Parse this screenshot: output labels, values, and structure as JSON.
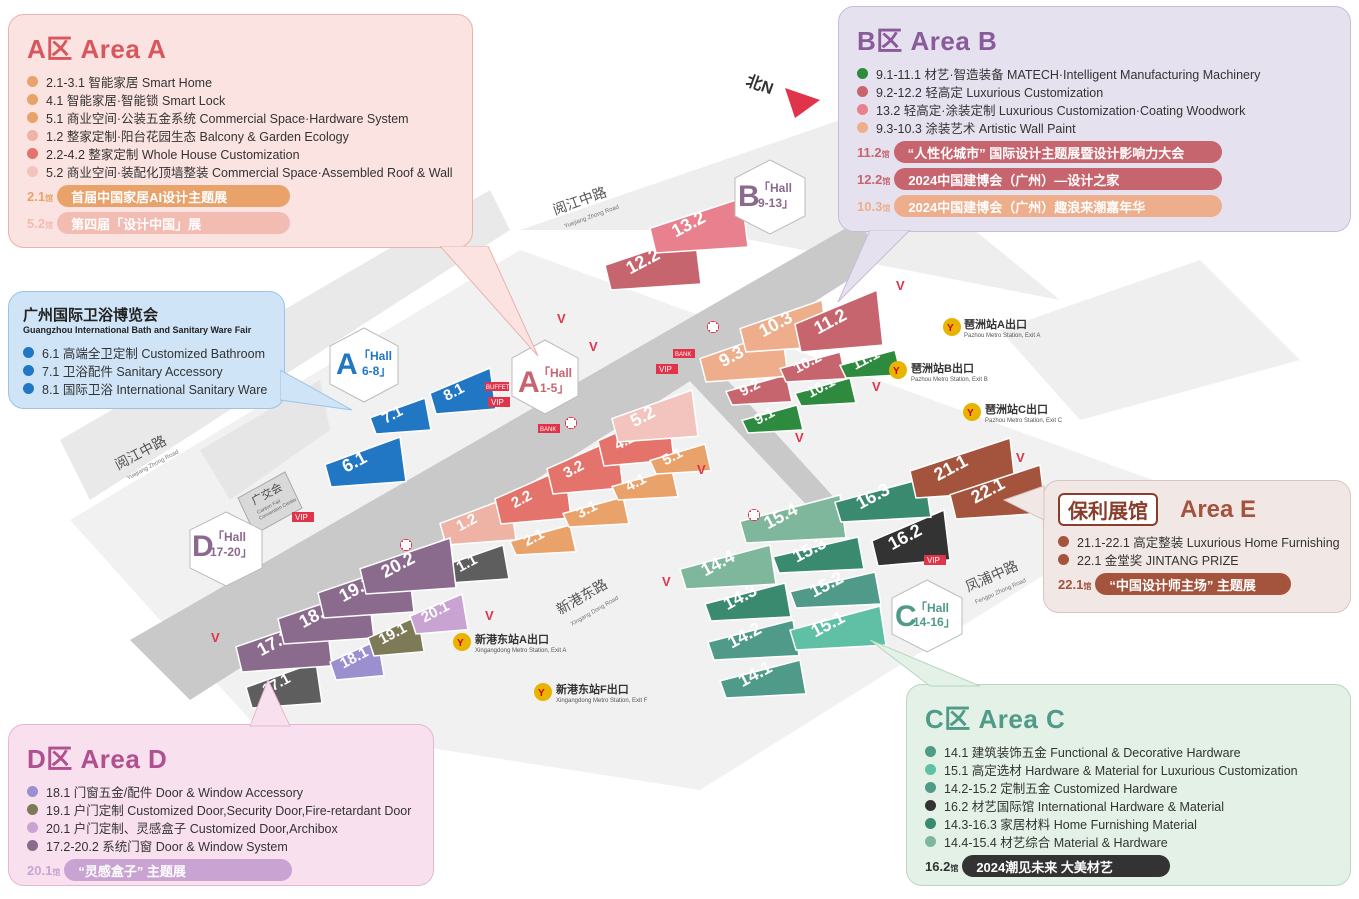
{
  "colors": {
    "area_a": "#e8866d",
    "area_b": "#c7656f",
    "area_c": "#4f9a89",
    "area_d": "#8a6a8d",
    "area_e": "#a4533d",
    "bath": "#2277c4",
    "panel_a_bg": "#fbe3e1",
    "panel_b_bg": "#e6e1ef",
    "panel_c_bg": "#e3f1e6",
    "panel_d_bg": "#f8e0ee",
    "panel_e_bg": "#f1e8e6",
    "panel_bath_bg": "#cfe4f7"
  },
  "area_a": {
    "title": "A区 Area A",
    "items": [
      {
        "text": "2.1-3.1 智能家居 Smart Home",
        "color": "#e8a26a"
      },
      {
        "text": "4.1 智能家居·智能锁 Smart Lock",
        "color": "#e8a26a"
      },
      {
        "text": "5.1 商业空间·公装五金系统 Commercial Space·Hardware System",
        "color": "#e8a26a"
      },
      {
        "text": "1.2 整家定制·阳台花园生态 Balcony & Garden Ecology",
        "color": "#efb3a6"
      },
      {
        "text": "2.2-4.2 整家定制 Whole House Customization",
        "color": "#e3736b"
      },
      {
        "text": "5.2 商业空间·装配化顶墙整装 Commercial Space·Assembled Roof & Wall",
        "color": "#f3c3bd"
      }
    ],
    "highlights": [
      {
        "hall": "2.1",
        "unit": "馆",
        "text": "首届中国家居AI设计主题展",
        "color": "#e8a26a"
      },
      {
        "hall": "5.2",
        "unit": "馆",
        "text": "第四届「设计中国」展",
        "color": "#f3bcb3"
      }
    ]
  },
  "area_b": {
    "title": "B区 Area B",
    "items": [
      {
        "text": "9.1-11.1 材艺·智造装备 MATECH·Intelligent Manufacturing Machinery",
        "color": "#2e8a3e"
      },
      {
        "text": "9.2-12.2 轻高定 Luxurious Customization",
        "color": "#c7656f"
      },
      {
        "text": "13.2 轻高定·涂装定制 Luxurious Customization·Coating Woodwork",
        "color": "#e8818d"
      },
      {
        "text": "9.3-10.3 涂装艺术 Artistic Wall Paint",
        "color": "#eeae8c"
      }
    ],
    "highlights": [
      {
        "hall": "11.2",
        "unit": "馆",
        "text": "“人性化城市” 国际设计主题展暨设计影响力大会",
        "color": "#c7656f"
      },
      {
        "hall": "12.2",
        "unit": "馆",
        "text": "2024中国建博会（广州）—设计之家",
        "color": "#c7656f"
      },
      {
        "hall": "10.3",
        "unit": "馆",
        "text": "2024中国建博会（广州）趣浪来潮嘉年华",
        "color": "#eeae8c"
      }
    ]
  },
  "bath": {
    "title": "广州国际卫浴博览会",
    "subtitle": "Guangzhou International Bath and Sanitary Ware Fair",
    "items": [
      {
        "text": "6.1 高端全卫定制 Customized Bathroom",
        "color": "#2277c4"
      },
      {
        "text": "7.1 卫浴配件 Sanitary Accessory",
        "color": "#2277c4"
      },
      {
        "text": "8.1 国际卫浴 International Sanitary Ware",
        "color": "#2277c4"
      }
    ]
  },
  "area_e": {
    "box_label": "保利展馆",
    "title": "Area E",
    "items": [
      {
        "text": "21.1-22.1 高定整装 Luxurious Home Furnishing",
        "color": "#a4533d"
      },
      {
        "text": "22.1 金堂奖 JINTANG PRIZE",
        "color": "#a4533d"
      }
    ],
    "highlights": [
      {
        "hall": "22.1",
        "unit": "馆",
        "text": "“中国设计师主场” 主题展",
        "color": "#a4533d"
      }
    ]
  },
  "area_c": {
    "title": "C区 Area C",
    "items": [
      {
        "text": "14.1 建筑装饰五金 Functional & Decorative Hardware",
        "color": "#4f9a89"
      },
      {
        "text": "15.1 高定选材 Hardware & Material for Luxurious Customization",
        "color": "#5fc0a6"
      },
      {
        "text": "14.2-15.2 定制五金 Customized Hardware",
        "color": "#4f9a89"
      },
      {
        "text": "16.2 材艺国际馆 International Hardware & Material",
        "color": "#333333"
      },
      {
        "text": "14.3-16.3 家居材料 Home Furnishing Material",
        "color": "#3a8a70"
      },
      {
        "text": "14.4-15.4 材艺综合 Material & Hardware",
        "color": "#7fb79d"
      }
    ],
    "highlights": [
      {
        "hall": "16.2",
        "unit": "馆",
        "text": "2024潮见未来 大美材艺",
        "color": "#333333"
      }
    ]
  },
  "area_d": {
    "title": "D区 Area D",
    "items": [
      {
        "text": "18.1 门窗五金/配件 Door & Window Accessory",
        "color": "#9b8fcf"
      },
      {
        "text": "19.1 户门定制 Customized Door,Security Door,Fire-retardant Door",
        "color": "#7d7a57"
      },
      {
        "text": "20.1 户门定制、灵感盒子 Customized Door,Archibox",
        "color": "#c9a4d3"
      },
      {
        "text": "17.2-20.2 系统门窗 Door & Window System",
        "color": "#8a6a8d"
      }
    ],
    "highlights": [
      {
        "hall": "20.1",
        "unit": "馆",
        "text": "“灵感盒子” 主题展",
        "color": "#c9a4d3"
      }
    ]
  },
  "map": {
    "north": "北N",
    "roads": {
      "yuejiang_top": "阅江中路",
      "yuejiang_top_en": "Yuejiang Zhong Road",
      "yuejiang_left": "阅江中路",
      "yuejiang_left_en": "Yuejiang Zhong Road",
      "xingang": "新港东路",
      "xingang_en": "Xingang Dong Road",
      "fengpu": "凤浦中路",
      "fengpu_en": "Fengpu Zhong Road"
    },
    "convention": {
      "cn": "广交会",
      "en1": "Canton Fair",
      "en2": "Convention Center"
    },
    "hall_markers": {
      "a": {
        "letter": "A",
        "label1": "「Hall",
        "label2": "1-5」"
      },
      "b": {
        "letter": "B",
        "label1": "「Hall",
        "label2": "9-13」"
      },
      "a68": {
        "letter": "A",
        "label1": "「Hall",
        "label2": "6-8」"
      },
      "d": {
        "letter": "D",
        "label1": "「Hall",
        "label2": "17-20」"
      },
      "c": {
        "letter": "C",
        "label1": "「Hall",
        "label2": "14-16」"
      }
    },
    "metro": {
      "pazhou_a": {
        "cn": "琶洲站A出口",
        "en": "Pazhou Metro Station, Exit A"
      },
      "pazhou_b": {
        "cn": "琶洲站B出口",
        "en": "Pazhou Metro Station, Exit B"
      },
      "pazhou_c": {
        "cn": "琶洲站C出口",
        "en": "Pazhou Metro Station, Exit C"
      },
      "xingang_a": {
        "cn": "新港东站A出口",
        "en": "Xingangdong Metro Station, Exit A"
      },
      "xingang_f": {
        "cn": "新港东站F出口",
        "en": "Xingangdong Metro Station, Exit F"
      }
    },
    "signs": {
      "vip": "VIP",
      "bank": "BANK",
      "buffet": "BUFFET",
      "v": "V"
    },
    "halls": [
      {
        "n": "1.1",
        "c": "#5e5e5e"
      },
      {
        "n": "1.2",
        "c": "#efb3a6"
      },
      {
        "n": "2.1",
        "c": "#e8a26a"
      },
      {
        "n": "2.2",
        "c": "#e3736b"
      },
      {
        "n": "3.1",
        "c": "#e8a26a"
      },
      {
        "n": "3.2",
        "c": "#e3736b"
      },
      {
        "n": "4.1",
        "c": "#e8a26a"
      },
      {
        "n": "4.2",
        "c": "#e3736b"
      },
      {
        "n": "5.1",
        "c": "#e8a26a"
      },
      {
        "n": "5.2",
        "c": "#f3c3bd"
      },
      {
        "n": "6.1",
        "c": "#2277c4"
      },
      {
        "n": "7.1",
        "c": "#2277c4"
      },
      {
        "n": "8.1",
        "c": "#2277c4"
      },
      {
        "n": "9.1",
        "c": "#2e8a3e"
      },
      {
        "n": "9.2",
        "c": "#c7656f"
      },
      {
        "n": "9.3",
        "c": "#eeae8c"
      },
      {
        "n": "10.1",
        "c": "#2e8a3e"
      },
      {
        "n": "10.2",
        "c": "#c7656f"
      },
      {
        "n": "10.3",
        "c": "#eeae8c"
      },
      {
        "n": "11.1",
        "c": "#2e8a3e"
      },
      {
        "n": "11.2",
        "c": "#c7656f"
      },
      {
        "n": "12.2",
        "c": "#c7656f"
      },
      {
        "n": "13.2",
        "c": "#e8818d"
      },
      {
        "n": "14.1",
        "c": "#4f9a89"
      },
      {
        "n": "14.2",
        "c": "#4f9a89"
      },
      {
        "n": "14.3",
        "c": "#3a8a70"
      },
      {
        "n": "14.4",
        "c": "#7fb79d"
      },
      {
        "n": "15.1",
        "c": "#5fc0a6"
      },
      {
        "n": "15.2",
        "c": "#4f9a89"
      },
      {
        "n": "15.3",
        "c": "#3a8a70"
      },
      {
        "n": "15.4",
        "c": "#7fb79d"
      },
      {
        "n": "16.2",
        "c": "#333333"
      },
      {
        "n": "16.3",
        "c": "#3a8a70"
      },
      {
        "n": "17.1",
        "c": "#5e5e5e"
      },
      {
        "n": "17.2",
        "c": "#8a6a8d"
      },
      {
        "n": "18.1",
        "c": "#9b8fcf"
      },
      {
        "n": "18.2",
        "c": "#8a6a8d"
      },
      {
        "n": "19.1",
        "c": "#7d7a57"
      },
      {
        "n": "19.2",
        "c": "#8a6a8d"
      },
      {
        "n": "20.1",
        "c": "#c9a4d3"
      },
      {
        "n": "20.2",
        "c": "#8a6a8d"
      },
      {
        "n": "21.1",
        "c": "#a4533d"
      },
      {
        "n": "22.1",
        "c": "#a4533d"
      }
    ]
  }
}
